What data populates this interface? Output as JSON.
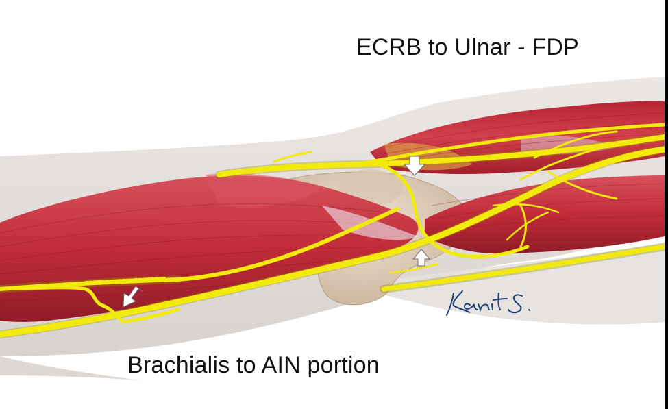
{
  "labels": {
    "top": "ECRB to Ulnar - FDP",
    "bottom": "Brachialis to AIN portion"
  },
  "signature": "Kanit S.",
  "colors": {
    "background": "#ffffff",
    "skin": "#e6e2df",
    "skin_shadow": "#cfc9c4",
    "muscle": "#c8303c",
    "muscle_dark": "#9e1f2b",
    "muscle_light": "#e2626c",
    "nerve": "#f4ee12",
    "nerve_outline": "#b8b000",
    "bone": "#e1d2bf",
    "bone_shadow": "#c7b29a",
    "tendon": "#e8d9dc",
    "signature_ink": "#1d3e72",
    "arrow": "#ffffff"
  }
}
